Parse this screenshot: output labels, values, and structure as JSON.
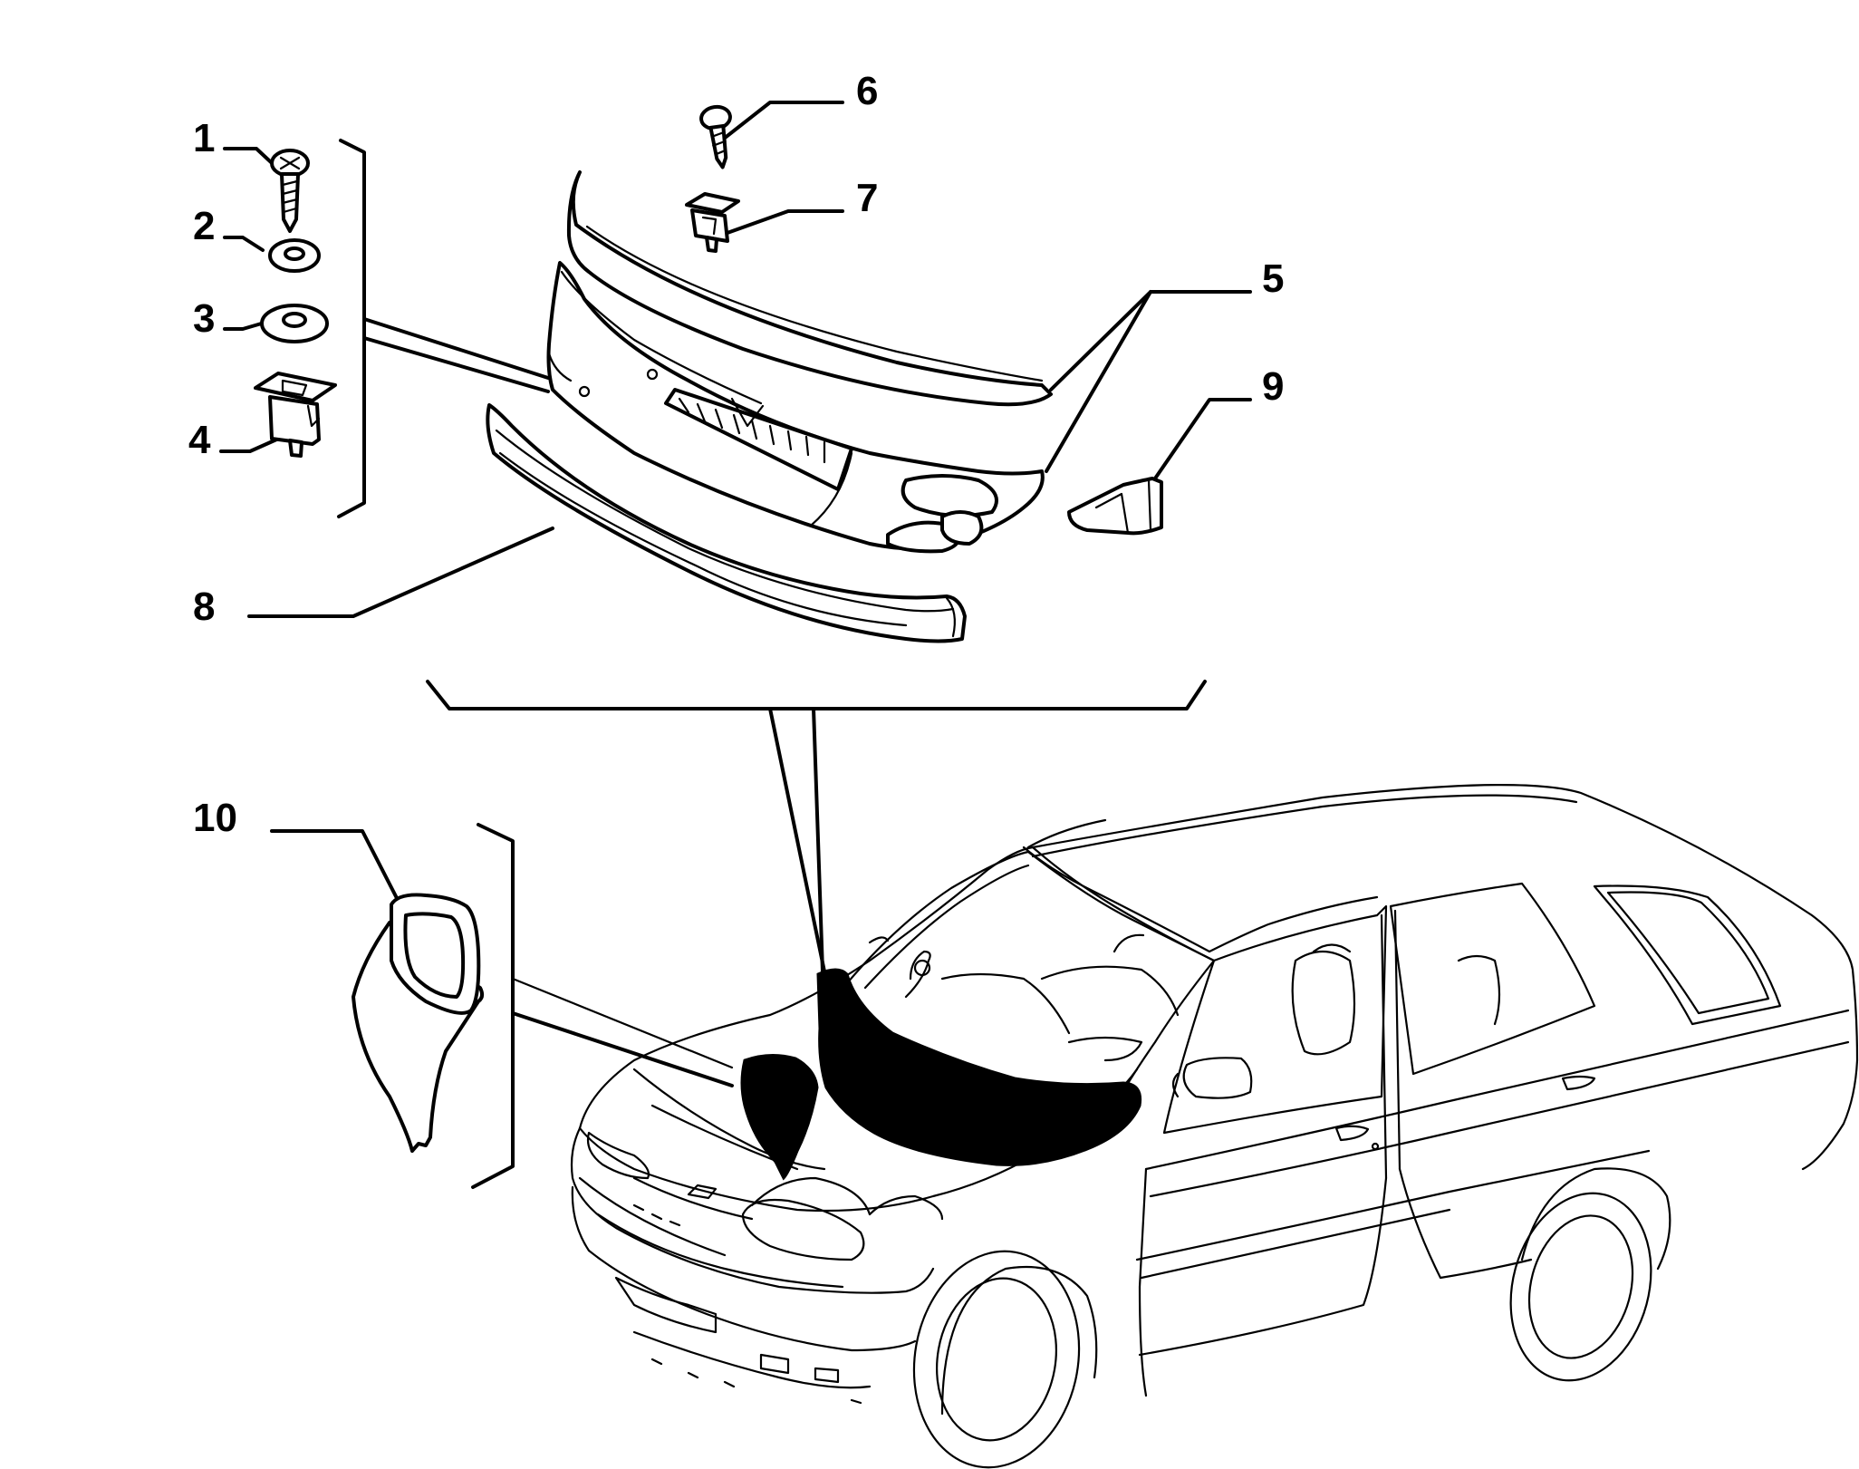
{
  "diagram": {
    "callouts": [
      {
        "id": "1",
        "text": "1"
      },
      {
        "id": "2",
        "text": "2"
      },
      {
        "id": "3",
        "text": "3"
      },
      {
        "id": "4",
        "text": "4"
      },
      {
        "id": "5",
        "text": "5"
      },
      {
        "id": "6",
        "text": "6"
      },
      {
        "id": "7",
        "text": "7"
      },
      {
        "id": "8",
        "text": "8"
      },
      {
        "id": "9",
        "text": "9"
      },
      {
        "id": "10",
        "text": "10"
      }
    ],
    "parts": [
      {
        "callout": "1",
        "icon": "screw-icon"
      },
      {
        "callout": "2",
        "icon": "washer-icon"
      },
      {
        "callout": "3",
        "icon": "washer-icon"
      },
      {
        "callout": "4",
        "icon": "clip-nut-icon"
      },
      {
        "callout": "5",
        "icon": "bonnet-insulation-pad-icon"
      },
      {
        "callout": "6",
        "icon": "screw-icon"
      },
      {
        "callout": "7",
        "icon": "clip-nut-icon"
      },
      {
        "callout": "8",
        "icon": "seal-strip-icon"
      },
      {
        "callout": "9",
        "icon": "bracket-icon"
      },
      {
        "callout": "10",
        "icon": "gasket-panel-icon"
      }
    ],
    "colors": {
      "line": "#000000",
      "background": "#ffffff",
      "highlight": "#000000"
    }
  }
}
